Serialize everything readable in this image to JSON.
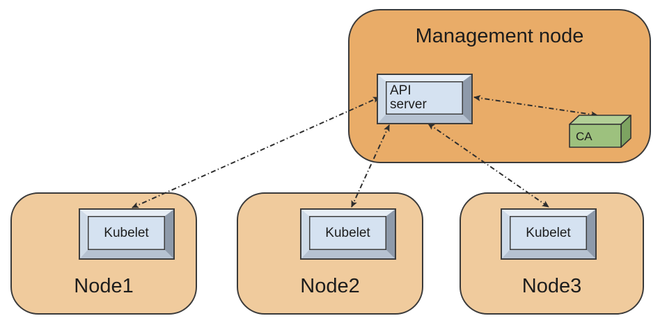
{
  "diagram": {
    "management_node": {
      "label": "Management node",
      "components": {
        "api_server": "API server",
        "ca": "CA"
      }
    },
    "worker_nodes": [
      {
        "label": "Node1",
        "component": "Kubelet"
      },
      {
        "label": "Node2",
        "component": "Kubelet"
      },
      {
        "label": "Node3",
        "component": "Kubelet"
      }
    ],
    "connections": [
      {
        "from": "api-server",
        "to": "kubelet-node1",
        "style": "dash-dot",
        "bidirectional": true
      },
      {
        "from": "api-server",
        "to": "kubelet-node2",
        "style": "dash-dot",
        "bidirectional": true
      },
      {
        "from": "api-server",
        "to": "kubelet-node3",
        "style": "dash-dot",
        "bidirectional": true
      },
      {
        "from": "api-server",
        "to": "ca",
        "style": "dash-dot",
        "bidirectional": true
      }
    ],
    "colors": {
      "management_fill": "#e9ac68",
      "node_fill": "#f0cb9d",
      "box_face": "#d5e2f1",
      "ca_front": "#9dc17e",
      "ca_top": "#b2cf96",
      "ca_side": "#7da361",
      "border": "#3a3a3a"
    }
  }
}
